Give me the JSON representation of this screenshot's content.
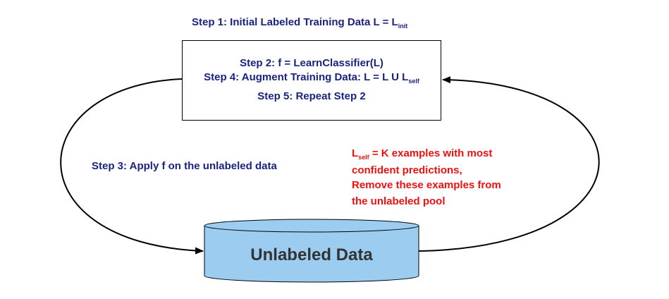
{
  "step1": {
    "text": "Step 1: Initial Labeled Training Data L = L",
    "sub": "init"
  },
  "box": {
    "step2": "Step 2: f = LearnClassifier(L)",
    "step4": {
      "text": "Step 4: Augment Training Data: L = L U L",
      "sub": "self"
    },
    "step5": "Step 5: Repeat Step 2"
  },
  "step3": "Step 3: Apply f on the unlabeled data",
  "note": {
    "symbol": "L",
    "sub": "self",
    "line1_rest": " = K examples with most",
    "line2": "confident predictions,",
    "line3": "Remove these examples from",
    "line4": "the unlabeled pool"
  },
  "cylinder": {
    "label": "Unlabeled Data",
    "fill": "#9ccdf1"
  },
  "colors": {
    "navy": "#1a237e",
    "red": "#ee1111",
    "cylinder_text": "#333333"
  }
}
